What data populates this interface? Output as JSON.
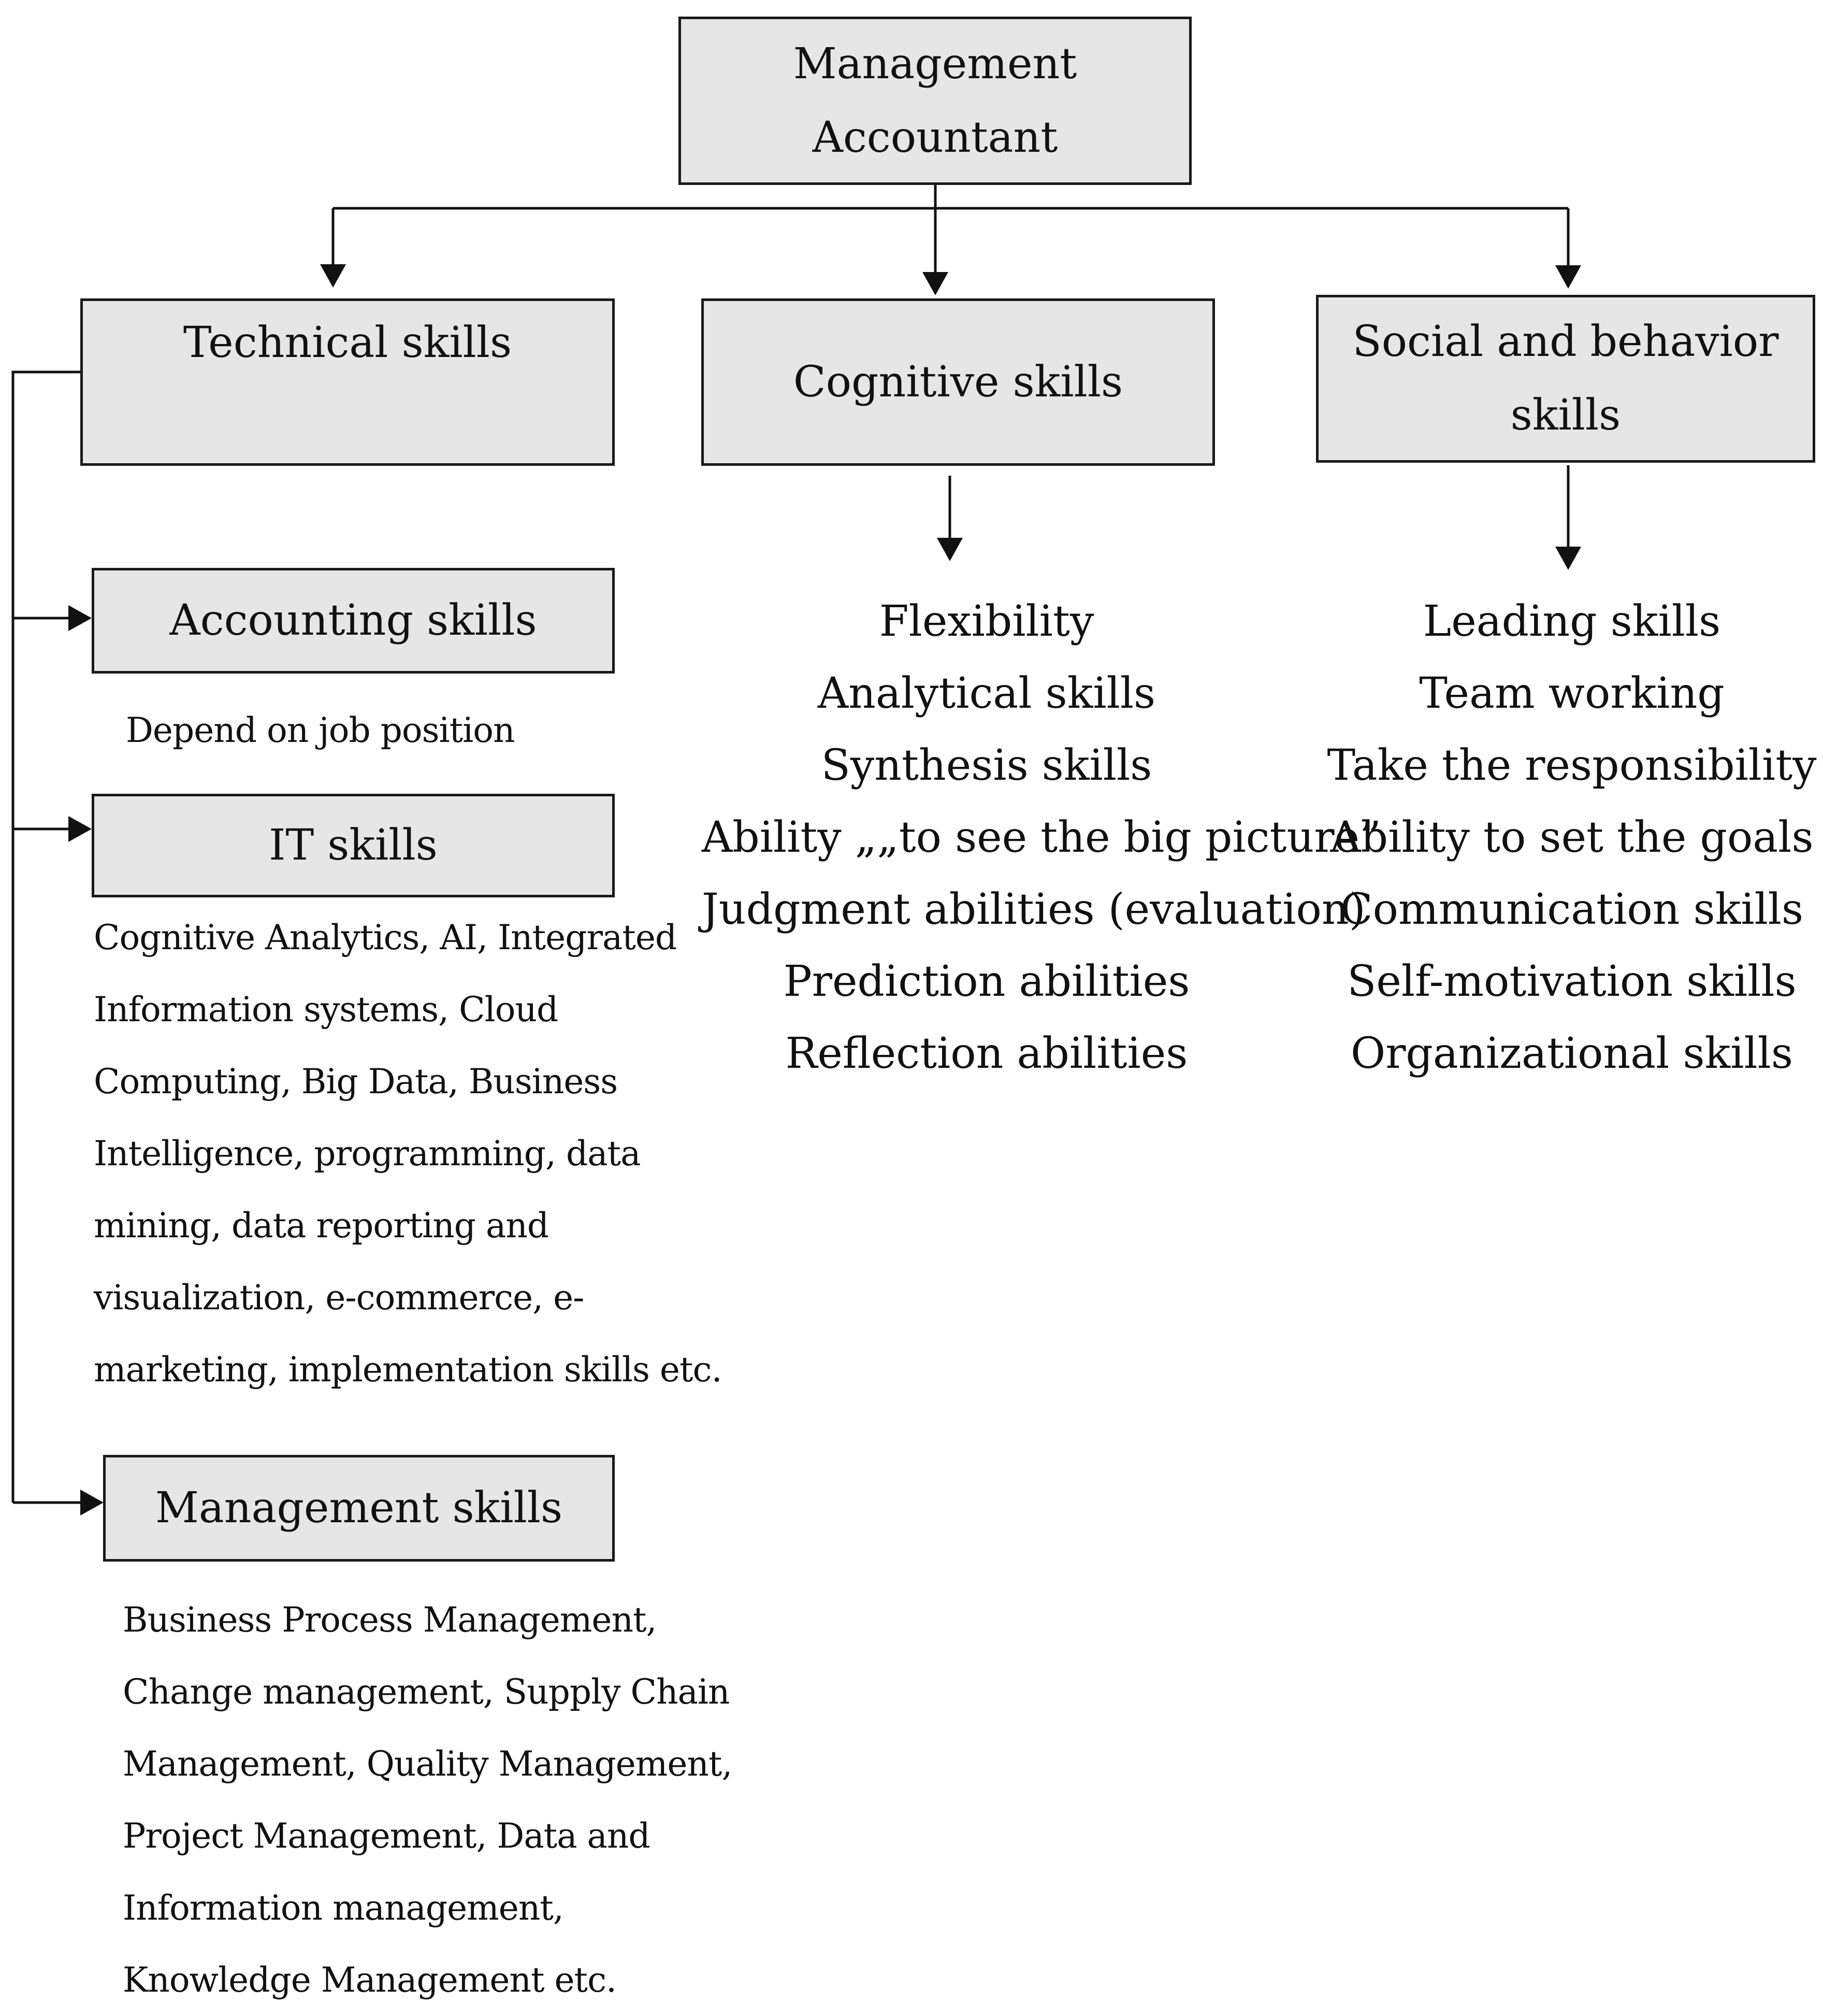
{
  "root": {
    "lines": [
      "Management",
      "Accountant"
    ]
  },
  "technical": {
    "title": "Technical skills",
    "accounting": {
      "title": "Accounting skills",
      "note": "Depend on job position"
    },
    "it": {
      "title": "IT skills",
      "note_lines": [
        "Cognitive Analytics, AI, Integrated",
        "Information systems, Cloud",
        "Computing, Big Data, Business",
        "Intelligence, programming, data",
        "mining, data reporting and",
        "visualization, e-commerce, e-",
        "marketing, implementation skills etc."
      ]
    },
    "management": {
      "title": "Management skills",
      "note_lines": [
        "Business Process Management,",
        "Change management, Supply Chain",
        "Management, Quality Management,",
        "Project Management, Data  and",
        "Information management,",
        "Knowledge Management etc."
      ]
    }
  },
  "cognitive": {
    "title": "Cognitive skills",
    "items": [
      "Flexibility",
      "Analytical skills",
      "Synthesis skills",
      "Ability „„to see the big picture”",
      "Judgment abilities (evaluation)",
      "Prediction abilities",
      "Reflection abilities"
    ]
  },
  "social": {
    "title_lines": [
      "Social and behavior",
      "skills"
    ],
    "items": [
      "Leading skills",
      "Team working",
      "Take the responsibility",
      "Ability to set the goals",
      "Communication skills",
      "Self-motivation skills",
      "Organizational skills"
    ]
  }
}
